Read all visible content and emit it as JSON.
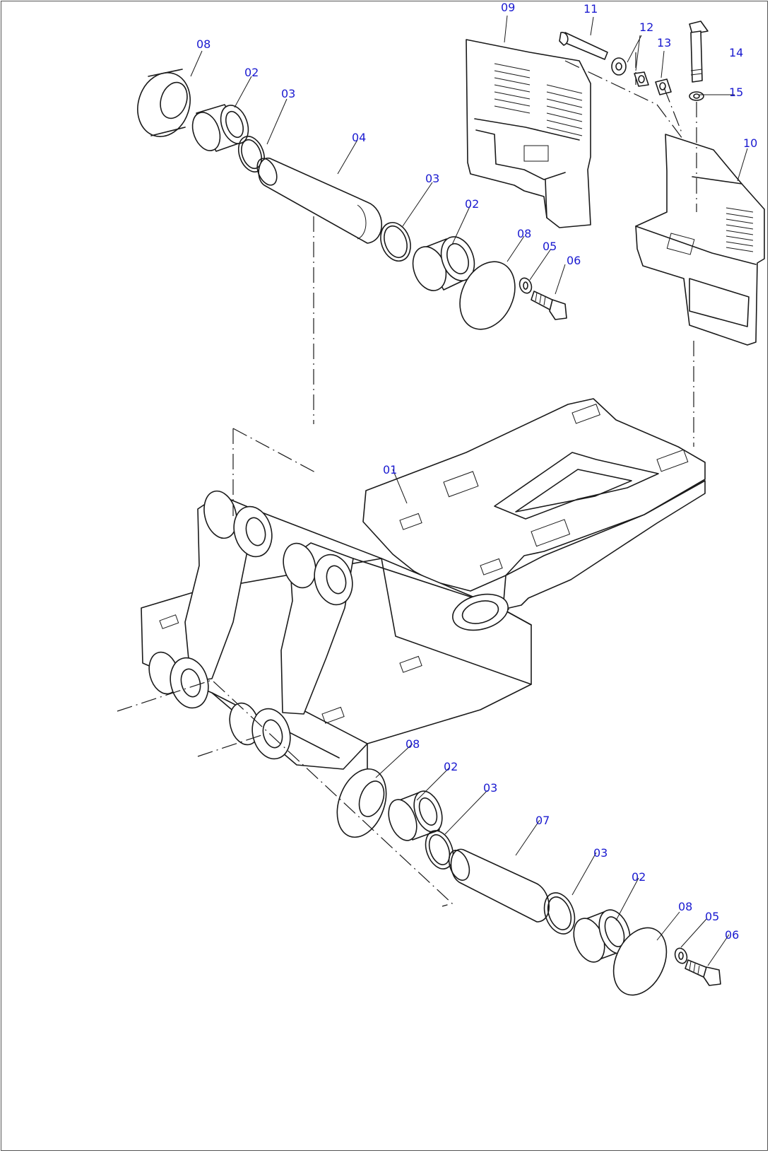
{
  "diagram": {
    "callouts": [
      {
        "id": "c-09",
        "text": "09"
      },
      {
        "id": "c-11",
        "text": "11"
      },
      {
        "id": "c-12",
        "text": "12"
      },
      {
        "id": "c-13",
        "text": "13"
      },
      {
        "id": "c-14",
        "text": "14"
      },
      {
        "id": "c-15",
        "text": "15"
      },
      {
        "id": "c-10",
        "text": "10"
      },
      {
        "id": "c-08a",
        "text": "08"
      },
      {
        "id": "c-02a",
        "text": "02"
      },
      {
        "id": "c-03a",
        "text": "03"
      },
      {
        "id": "c-04",
        "text": "04"
      },
      {
        "id": "c-03b",
        "text": "03"
      },
      {
        "id": "c-02b",
        "text": "02"
      },
      {
        "id": "c-08b",
        "text": "08"
      },
      {
        "id": "c-05a",
        "text": "05"
      },
      {
        "id": "c-06a",
        "text": "06"
      },
      {
        "id": "c-01",
        "text": "01"
      },
      {
        "id": "c-08c",
        "text": "08"
      },
      {
        "id": "c-02c",
        "text": "02"
      },
      {
        "id": "c-03c",
        "text": "03"
      },
      {
        "id": "c-07",
        "text": "07"
      },
      {
        "id": "c-03d",
        "text": "03"
      },
      {
        "id": "c-02d",
        "text": "02"
      },
      {
        "id": "c-08d",
        "text": "08"
      },
      {
        "id": "c-05b",
        "text": "05"
      },
      {
        "id": "c-06b",
        "text": "06"
      }
    ],
    "colors": {
      "label": "#1a1ad0",
      "line": "#1a1a1a",
      "background": "#ffffff"
    }
  }
}
